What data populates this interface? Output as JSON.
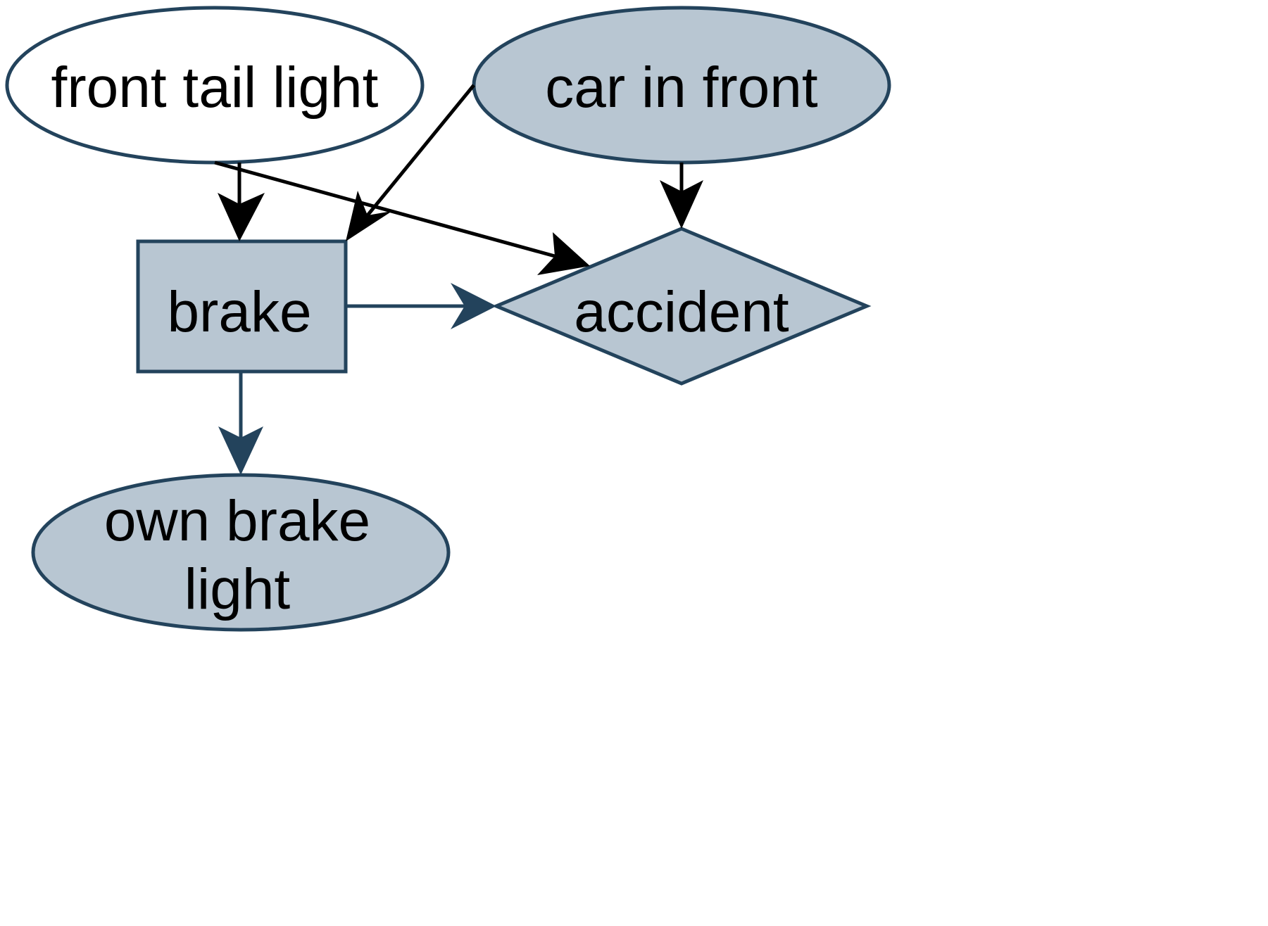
{
  "colors": {
    "node_stroke": "#23435c",
    "node_fill_observed": "#b8c6d2",
    "node_fill_hidden": "#ffffff",
    "edge_black": "#000000",
    "edge_blue": "#23435c"
  },
  "nodes": {
    "front_tail_light": {
      "label": "front tail light",
      "shape": "ellipse",
      "fill": "#ffffff"
    },
    "car_in_front": {
      "label": "car in front",
      "shape": "ellipse",
      "fill": "#b8c6d2"
    },
    "brake": {
      "label": "brake",
      "shape": "rectangle",
      "fill": "#b8c6d2"
    },
    "accident": {
      "label": "accident",
      "shape": "diamond",
      "fill": "#b8c6d2"
    },
    "own_brake_light": {
      "label_line1": "own brake",
      "label_line2": "light",
      "shape": "ellipse",
      "fill": "#b8c6d2"
    }
  },
  "edges": [
    {
      "from": "front tail light",
      "to": "brake",
      "color": "#000000"
    },
    {
      "from": "front tail light",
      "to": "accident",
      "color": "#000000"
    },
    {
      "from": "car in front",
      "to": "brake",
      "color": "#000000"
    },
    {
      "from": "car in front",
      "to": "accident",
      "color": "#000000"
    },
    {
      "from": "brake",
      "to": "accident",
      "color": "#23435c"
    },
    {
      "from": "brake",
      "to": "own brake light",
      "color": "#23435c"
    }
  ]
}
